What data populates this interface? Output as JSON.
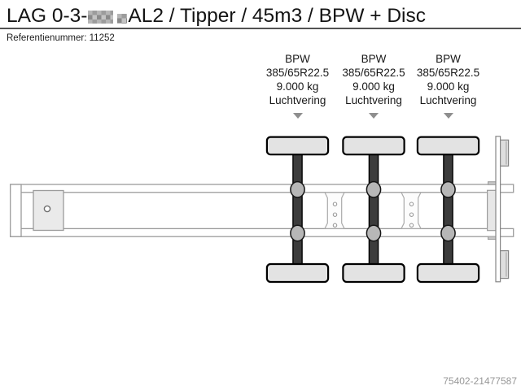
{
  "header": {
    "title_prefix": "LAG 0-3-",
    "title_suffix": "AL2 / Tipper / 45m3 / BPW + Disc",
    "reference": "Referentienummer: 11252"
  },
  "axle_labels": [
    {
      "brand": "BPW",
      "tyre_size": "385/65R22.5",
      "axle_load": "9.000 kg",
      "suspension": "Luchtvering"
    },
    {
      "brand": "BPW",
      "tyre_size": "385/65R22.5",
      "axle_load": "9.000 kg",
      "suspension": "Luchtvering"
    },
    {
      "brand": "BPW",
      "tyre_size": "385/65R22.5",
      "axle_load": "9.000 kg",
      "suspension": "Luchtvering"
    }
  ],
  "diagram": {
    "description": "trailer chassis top view",
    "axle_count": 3
  },
  "footer": {
    "listing_id": "75402-21477587"
  },
  "colors": {
    "rule": "#525252",
    "arrow": "#8e8e8e",
    "frame_outline": "#9b9b9b",
    "tire_fill": "#e3e3e3",
    "axle_beam_fill": "#3c3c3c",
    "suspension_fill": "#b7b7b7",
    "footer_text": "#979797"
  }
}
